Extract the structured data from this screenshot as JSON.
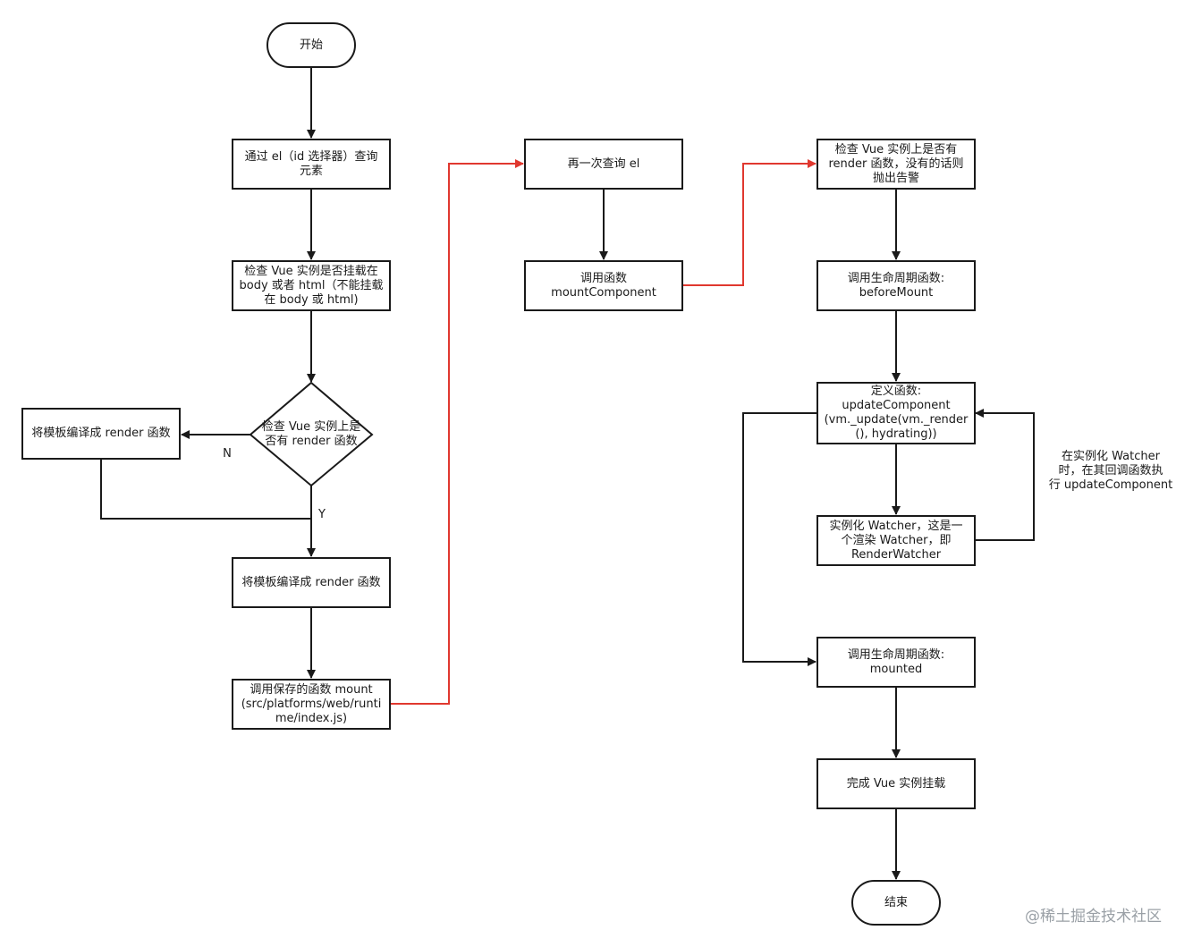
{
  "nodes": {
    "start": "开始",
    "query_el": "通过 el（id 选择器）查询\n元素",
    "check_body_html": "检查 Vue 实例是否挂载在\nbody 或者 html（不能挂载\n在 body 或 html)",
    "decision_render": "检查 Vue 实例上是\n否有 render 函数",
    "compile_left": "将模板编译成 render 函数",
    "compile_main": "将模板编译成 render 函数",
    "call_mount": "调用保存的函数 mount\n(src/platforms/web/runti\nme/index.js)",
    "requery_el": "再一次查询 el",
    "call_mountComponent": "调用函数\nmountComponent",
    "check_render_warn": "检查 Vue 实例上是否有\nrender 函数，没有的话则\n抛出告警",
    "beforeMount": "调用生命周期函数:\nbeforeMount",
    "define_updateComponent": "定义函数:\nupdateComponent\n(vm._update(vm._render\n(), hydrating))",
    "watcher": "实例化 Watcher，这是一\n个渲染 Watcher，即\nRenderWatcher",
    "mounted": "调用生命周期函数:\nmounted",
    "complete": "完成 Vue 实例挂载",
    "end": "结束"
  },
  "edge_labels": {
    "no": "N",
    "yes": "Y",
    "watcher_note": "在实例化 Watcher\n时，在其回调函数执\n行 updateComponent"
  },
  "watermark": "@稀土掘金技术社区",
  "colors": {
    "line": "#1a1a1a",
    "highlight": "#e0382f"
  }
}
